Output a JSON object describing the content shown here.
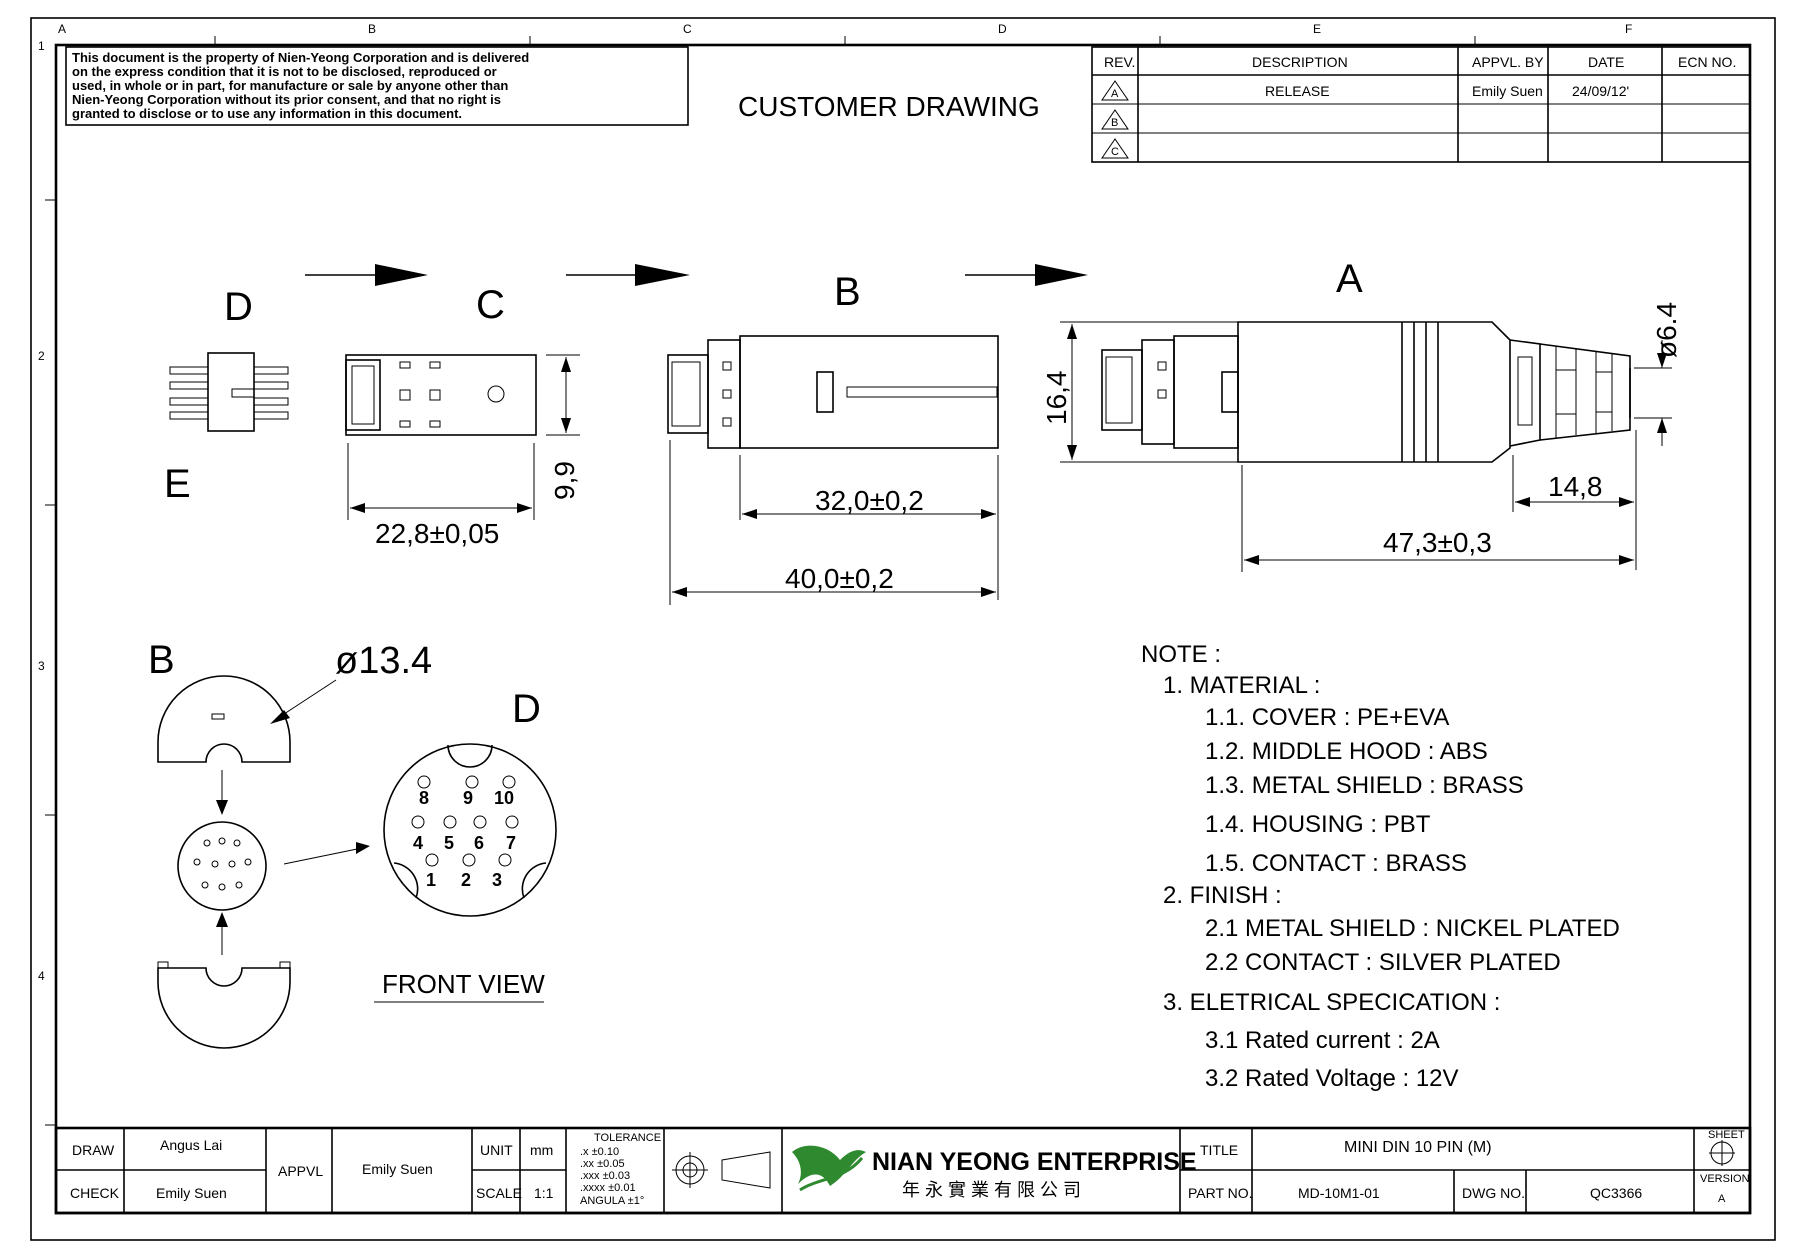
{
  "disclaimer": [
    "This document is the property of Nien-Yeong Corporation and is delivered",
    "on the express condition that it is not to be disclosed, reproduced or",
    "used, in whole or in part, for manufacture or sale by anyone other than",
    "Nien-Yeong Corporation without its prior consent, and that no right is",
    "granted to disclose or to use any information in this document."
  ],
  "header_title": "CUSTOMER DRAWING",
  "grid_cols": [
    "A",
    "B",
    "C",
    "D",
    "E",
    "F"
  ],
  "grid_rows": [
    "1",
    "2",
    "3",
    "4"
  ],
  "revision_table": {
    "headers": [
      "REV.",
      "DESCRIPTION",
      "APPVL. BY",
      "DATE",
      "ECN NO."
    ],
    "rows": [
      {
        "rev": "A",
        "description": "RELEASE",
        "appvl": "Emily Suen",
        "date": "24/09/12'",
        "ecn": ""
      },
      {
        "rev": "B",
        "description": "",
        "appvl": "",
        "date": "",
        "ecn": ""
      },
      {
        "rev": "C",
        "description": "",
        "appvl": "",
        "date": "",
        "ecn": ""
      }
    ]
  },
  "views": {
    "d": "D",
    "c": "C",
    "b": "B",
    "a": "A",
    "e": "E"
  },
  "dimensions": {
    "c_height": "9,9",
    "c_length": "22,8±0,05",
    "b_inner": "32,0±0,2",
    "b_length": "40,0±0,2",
    "a_height": "16,4",
    "a_diameter": "ø6.4",
    "a_boot": "14,8",
    "a_length": "47,3±0,3",
    "shell_diameter": "ø13.4"
  },
  "front_view": {
    "label_b": "B",
    "label_d": "D",
    "title": "FRONT VIEW",
    "pins": [
      "1",
      "2",
      "3",
      "4",
      "5",
      "6",
      "7",
      "8",
      "9",
      "10"
    ]
  },
  "notes": {
    "heading": "NOTE :",
    "lines": [
      "1. MATERIAL :",
      "1.1. COVER : PE+EVA",
      "1.2. MIDDLE HOOD : ABS",
      "1.3. METAL SHIELD : BRASS",
      "1.4. HOUSING : PBT",
      "1.5. CONTACT : BRASS",
      "2. FINISH :",
      "2.1 METAL SHIELD : NICKEL PLATED",
      "2.2 CONTACT : SILVER PLATED",
      "3. ELETRICAL SPECICATION :",
      "3.1 Rated current : 2A",
      "3.2 Rated Voltage : 12V"
    ]
  },
  "title_block": {
    "draw_label": "DRAW",
    "draw_value": "Angus Lai",
    "check_label": "CHECK",
    "check_value": "Emily Suen",
    "appvl_label": "APPVL",
    "appvl_value": "Emily Suen",
    "unit_label": "UNIT",
    "unit_value": "mm",
    "scale_label": "SCALE",
    "scale_value": "1:1",
    "tolerance_label": "TOLERANCE",
    "tolerance_rows": [
      ".x ±0.10",
      ".xx ±0.05",
      ".xxx ±0.03",
      ".xxxx ±0.01",
      "ANGULA ±1°"
    ],
    "company": "NIAN YEONG ENTERPRISE",
    "company_cn": "年 永 實 業 有 限 公 司",
    "title_label": "TITLE",
    "title_value": "MINI DIN 10 PIN (M)",
    "part_label": "PART NO.",
    "part_value": "MD-10M1-01",
    "dwg_label": "DWG NO.",
    "dwg_value": "QC3366",
    "sheet_label": "SHEET",
    "version_label": "VERSION",
    "version_value": "A"
  },
  "colors": {
    "logo_green": "#2f8a2f"
  }
}
